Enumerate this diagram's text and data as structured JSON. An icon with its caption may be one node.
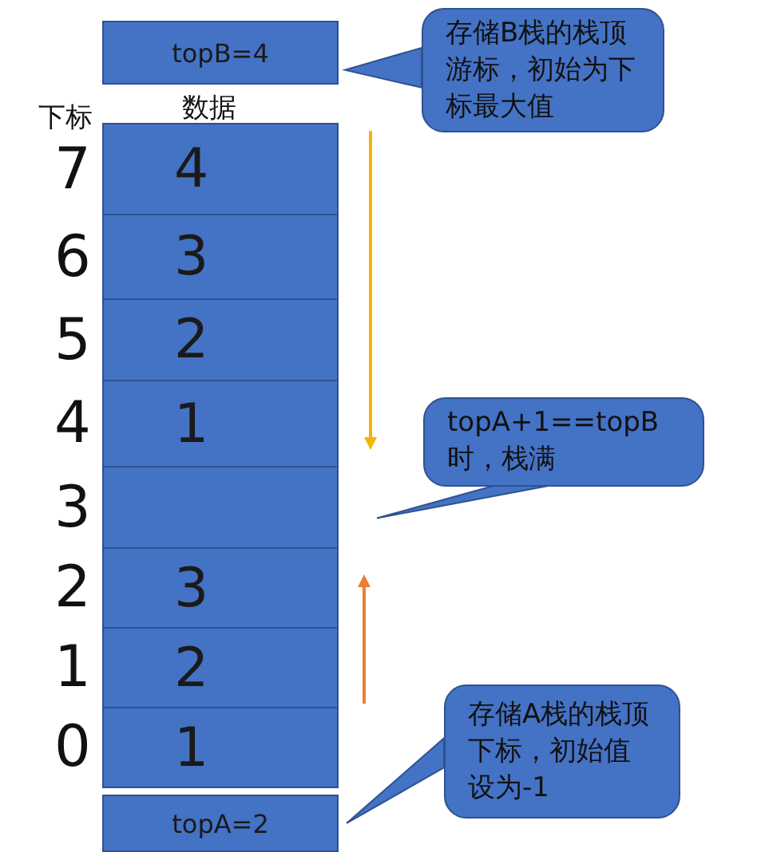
{
  "diagram": {
    "nodes": [
      {
        "text": [
          "topB=4"
        ]
      },
      {
        "text": [
          "存储B栈的栈顶游标，初始为下标最大值"
        ]
      },
      {
        "text": [
          "4"
        ]
      },
      {
        "text": [
          "3"
        ]
      },
      {
        "text": [
          "2"
        ]
      },
      {
        "text": [
          "1"
        ]
      },
      {
        "text": [],
        "shape": "box"
      },
      {
        "text": [
          "3"
        ]
      },
      {
        "text": [
          "2"
        ]
      },
      {
        "text": [
          "1"
        ]
      },
      {
        "text": [
          "topA+1==topB时，栈满"
        ]
      },
      {
        "text": [
          "存储A栈的栈顶下标，初始值设为-1"
        ]
      },
      {
        "text": [
          "topA=2"
        ]
      }
    ],
    "edges": [
      {
        "from": 1,
        "to": 0,
        "arrow": "none"
      },
      {
        "from": 10,
        "to": 6,
        "arrow": "none"
      },
      {
        "from": 11,
        "to": 12,
        "arrow": "none"
      }
    ],
    "labels": [
      "下标",
      "数据",
      "7",
      "6",
      "5",
      "4",
      "3",
      "2",
      "1",
      "0"
    ]
  }
}
